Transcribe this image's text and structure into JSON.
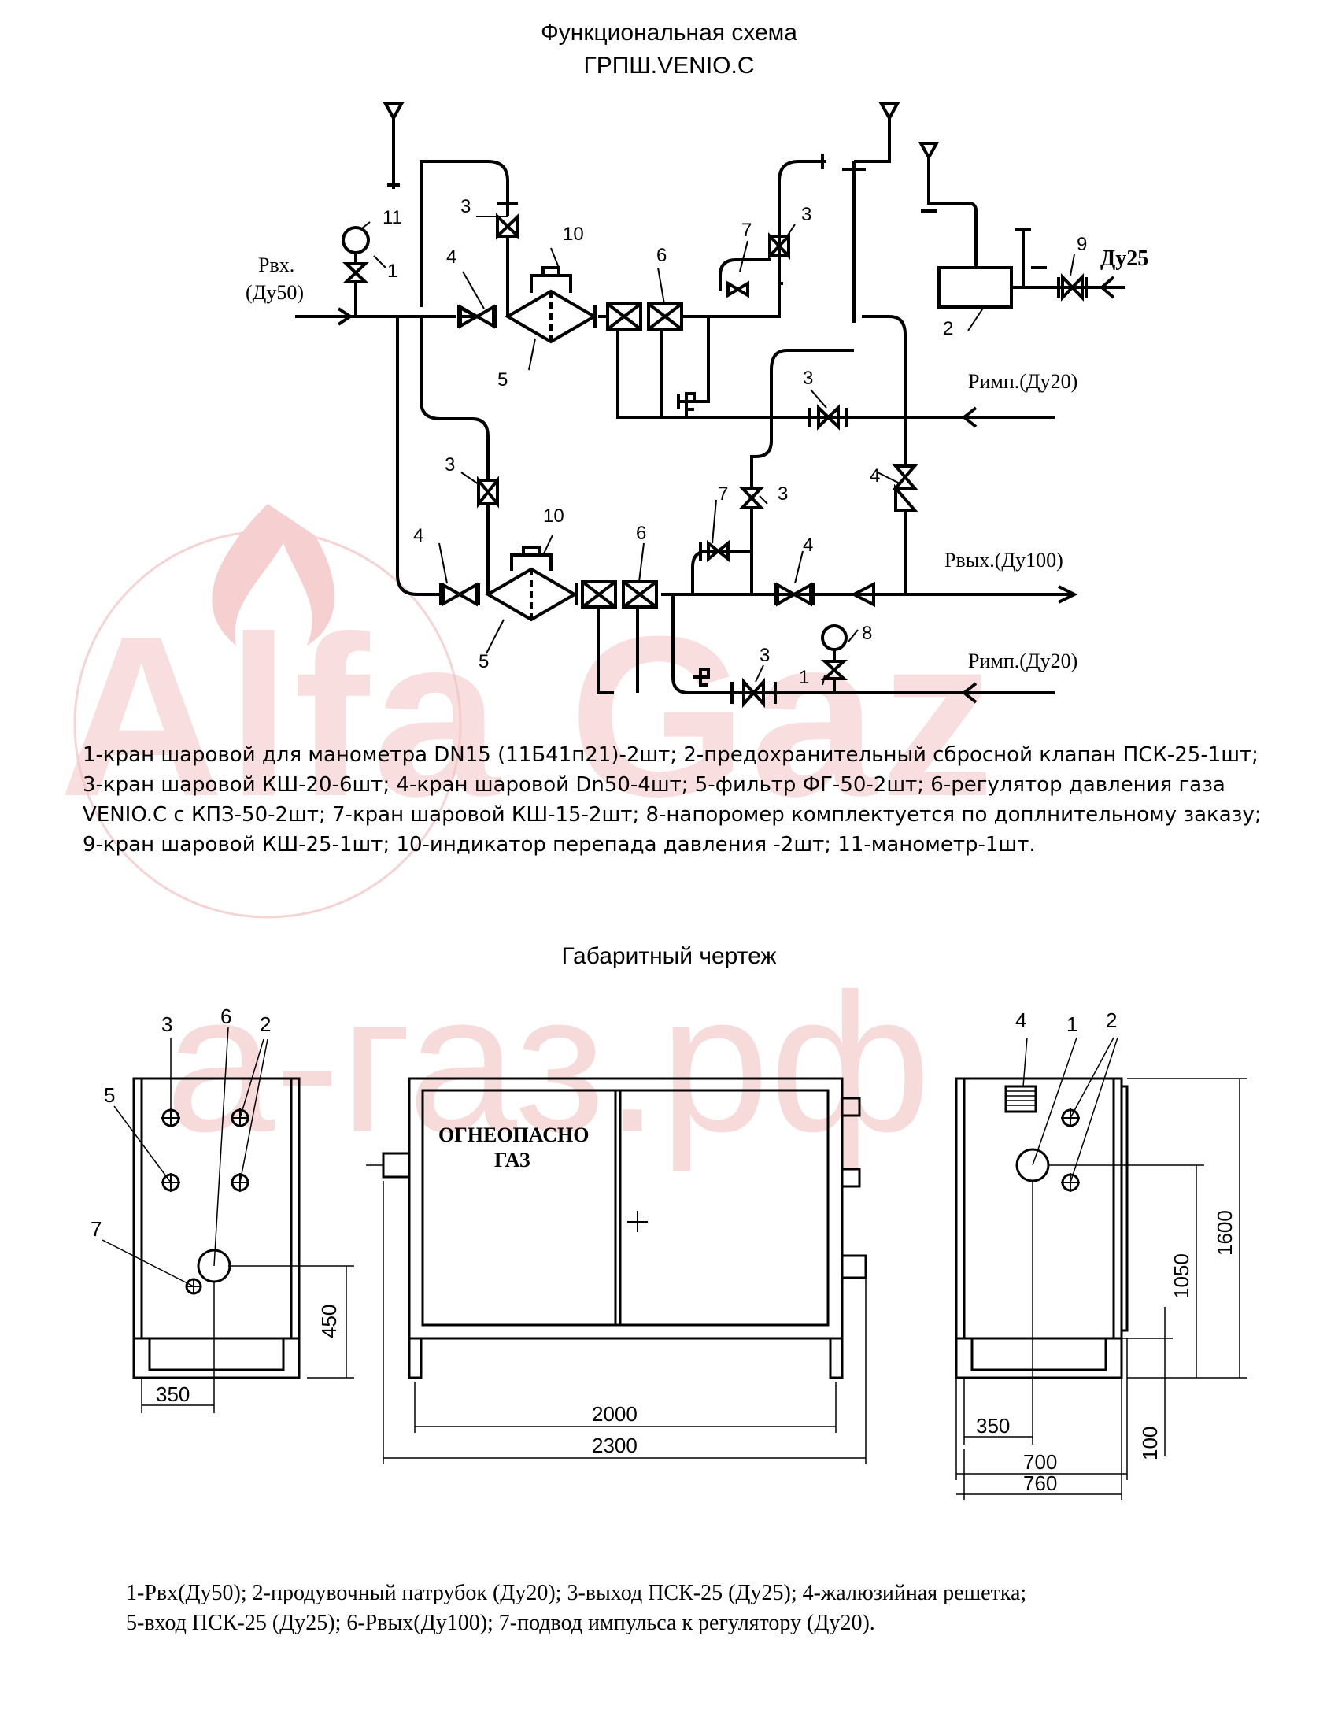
{
  "watermark": {
    "logo_text": "Alfa Gaz",
    "site_text": "а-газ.рф",
    "color": "#f3c4c4"
  },
  "header": {
    "title_line1": "Функциональная схема",
    "title_line2": "ГРПШ.VENIO.C"
  },
  "scheme_labels": {
    "p_in": "Рвх.",
    "p_in_dn": "(Ду50)",
    "p_out": "Рвых.(Ду100)",
    "p_imp_1": "Римп.(Ду20)",
    "p_imp_2": "Римп.(Ду20)",
    "dn25": "Ду25",
    "n1a": "1",
    "n11": "11",
    "n3a": "3",
    "n4a": "4",
    "n10a": "10",
    "n5a": "5",
    "n6a": "6",
    "n7a": "7",
    "n3b": "3",
    "n9": "9",
    "n2": "2",
    "n3c": "3",
    "n3d": "3",
    "n4b": "4",
    "n4c": "4",
    "n10b": "10",
    "n6b": "6",
    "n5b": "5",
    "n7b": "7",
    "n3e": "3",
    "n4d": "4",
    "n8": "8",
    "n3f": "3",
    "n1b": "1"
  },
  "legend_scheme": "1-кран шаровой для манометра DN15 (11Б41п21)-2шт; 2-предохранительный сбросной клапан ПСК-25-1шт; 3-кран шаровой КШ-20-6шт; 4-кран шаровой Dn50-4шт; 5-фильтр ФГ-50-2шт; 6-регулятор давления газа VENIO.C с КПЗ-50-2шт; 7-кран шаровой КШ-15-2шт; 8-напоромер комплектуется по доплнительному заказу; 9-кран шаровой КШ-25-1шт; 10-индикатор перепада давления -2шт; 11-манометр-1шт.",
  "section2_title": "Габаритный чертеж",
  "drawing": {
    "left_view": {
      "n3": "3",
      "n6": "6",
      "n2": "2",
      "n5": "5",
      "n7": "7",
      "dim_450": "450",
      "dim_350": "350"
    },
    "front_view": {
      "warning_1": "ОГНЕОПАСНО",
      "warning_2": "ГАЗ",
      "dim_2000": "2000",
      "dim_2300": "2300"
    },
    "right_view": {
      "n4": "4",
      "n1": "1",
      "n2": "2",
      "dim_1600": "1600",
      "dim_1050": "1050",
      "dim_100": "100",
      "dim_350": "350",
      "dim_700": "700",
      "dim_760": "760"
    }
  },
  "legend_drawing_line1": "1-Рвх(Ду50); 2-продувочный патрубок (Ду20); 3-выход ПСК-25 (Ду25); 4-жалюзийная решетка;",
  "legend_drawing_line2": "5-вход ПСК-25 (Ду25); 6-Рвых(Ду100); 7-подвод импульса к регулятору (Ду20)."
}
